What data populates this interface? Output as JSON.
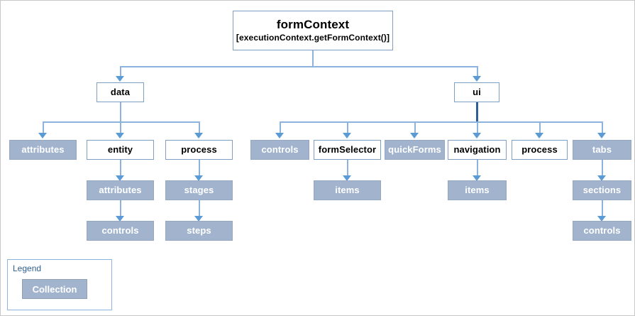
{
  "diagram": {
    "type": "tree",
    "title": "formContext",
    "root": {
      "id": "root",
      "label": "formContext",
      "sublabel": "[executionContext.getFormContext()]",
      "kind": "object"
    },
    "nodes": [
      {
        "id": "data",
        "label": "data",
        "kind": "object",
        "level": 1,
        "parent": "root"
      },
      {
        "id": "ui",
        "label": "ui",
        "kind": "object",
        "level": 1,
        "parent": "root"
      },
      {
        "id": "data-attributes",
        "label": "attributes",
        "kind": "collection",
        "level": 2,
        "parent": "data"
      },
      {
        "id": "data-entity",
        "label": "entity",
        "kind": "object",
        "level": 2,
        "parent": "data"
      },
      {
        "id": "data-process",
        "label": "process",
        "kind": "object",
        "level": 2,
        "parent": "data"
      },
      {
        "id": "entity-attributes",
        "label": "attributes",
        "kind": "collection",
        "level": 3,
        "parent": "data-entity"
      },
      {
        "id": "entity-controls",
        "label": "controls",
        "kind": "collection",
        "level": 4,
        "parent": "entity-attributes"
      },
      {
        "id": "process-stages",
        "label": "stages",
        "kind": "collection",
        "level": 3,
        "parent": "data-process"
      },
      {
        "id": "process-steps",
        "label": "steps",
        "kind": "collection",
        "level": 4,
        "parent": "process-stages"
      },
      {
        "id": "ui-controls",
        "label": "controls",
        "kind": "collection",
        "level": 2,
        "parent": "ui"
      },
      {
        "id": "ui-formselector",
        "label": "formSelector",
        "kind": "object",
        "level": 2,
        "parent": "ui"
      },
      {
        "id": "ui-quickforms",
        "label": "quickForms",
        "kind": "collection",
        "level": 2,
        "parent": "ui"
      },
      {
        "id": "ui-navigation",
        "label": "navigation",
        "kind": "object",
        "level": 2,
        "parent": "ui"
      },
      {
        "id": "ui-process",
        "label": "process",
        "kind": "object",
        "level": 2,
        "parent": "ui"
      },
      {
        "id": "ui-tabs",
        "label": "tabs",
        "kind": "collection",
        "level": 2,
        "parent": "ui"
      },
      {
        "id": "formselector-items",
        "label": "items",
        "kind": "collection",
        "level": 3,
        "parent": "ui-formselector"
      },
      {
        "id": "navigation-items",
        "label": "items",
        "kind": "collection",
        "level": 3,
        "parent": "ui-navigation"
      },
      {
        "id": "tabs-sections",
        "label": "sections",
        "kind": "collection",
        "level": 3,
        "parent": "ui-tabs"
      },
      {
        "id": "sections-controls",
        "label": "controls",
        "kind": "collection",
        "level": 4,
        "parent": "tabs-sections"
      }
    ]
  },
  "legend": {
    "title": "Legend",
    "swatch_label": "Collection"
  },
  "colors": {
    "collection_fill": "#a2b4cd",
    "collection_text": "#ffffff",
    "object_fill": "#ffffff",
    "object_border": "#7d9fc4",
    "connector": "#8cb3dd",
    "connector_strong": "#2e5f96",
    "legend_title": "#2f5f92",
    "frame_border": "#c8c8c8"
  }
}
